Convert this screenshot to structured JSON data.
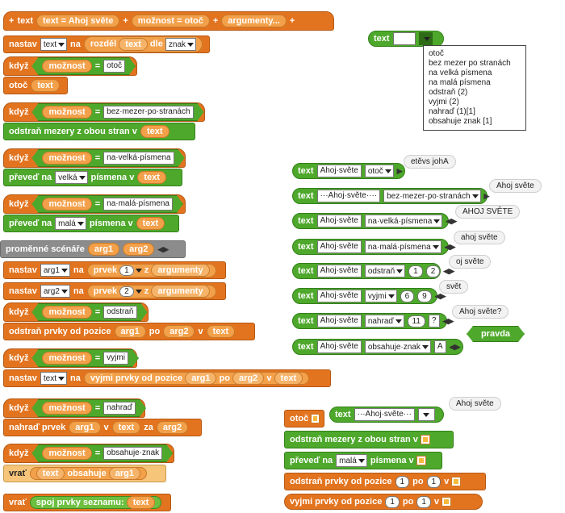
{
  "script": {
    "join": {
      "label": "text",
      "sep1": "+",
      "v1": "text",
      "eq1": "=",
      "v1val": "Ahoj světe",
      "sep2": "+",
      "v2": "možnost",
      "eq2": "=",
      "v2val": "otoč",
      "sep3": "+",
      "v3": "argumenty...",
      "sep4": "+"
    },
    "set1": {
      "nastav": "nastav",
      "var": "text",
      "na": "na",
      "rozdel": "rozděl",
      "arg": "text",
      "dle": "dle",
      "opt": "znak"
    },
    "if_otoc": {
      "kdyz": "když",
      "var": "možnost",
      "eq": "=",
      "val": "otoč"
    },
    "otoc_cmd": {
      "label": "otoč",
      "arg": "text"
    },
    "if_bez": {
      "kdyz": "když",
      "var": "možnost",
      "eq": "=",
      "val": "bez·mezer·po·stranách"
    },
    "odstran_mezery": {
      "label": "odstraň mezery z obou stran v",
      "arg": "text"
    },
    "if_velka": {
      "kdyz": "když",
      "var": "možnost",
      "eq": "=",
      "val": "na·velká·písmena"
    },
    "preved_velka": {
      "label": "převeď na",
      "opt": "velká",
      "label2": "písmena v",
      "arg": "text"
    },
    "if_mala": {
      "kdyz": "když",
      "var": "možnost",
      "eq": "=",
      "val": "na·malá·písmena"
    },
    "preved_mala": {
      "label": "převeď na",
      "opt": "malá",
      "label2": "písmena v",
      "arg": "text"
    },
    "script_vars": {
      "label": "proměnné scénáře",
      "a1": "arg1",
      "a2": "arg2"
    },
    "set_arg1": {
      "nastav": "nastav",
      "var": "arg1",
      "na": "na",
      "prvek": "prvek",
      "idx": "1",
      "z": "z",
      "arg": "argumenty"
    },
    "set_arg2": {
      "nastav": "nastav",
      "var": "arg2",
      "na": "na",
      "prvek": "prvek",
      "idx": "2",
      "z": "z",
      "arg": "argumenty"
    },
    "if_odstran": {
      "kdyz": "když",
      "var": "možnost",
      "eq": "=",
      "val": "odstraň"
    },
    "odstran_prvky": {
      "label": "odstraň prvky od pozice",
      "a1": "arg1",
      "po": "po",
      "a2": "arg2",
      "v": "v",
      "arg": "text"
    },
    "if_vyjmi": {
      "kdyz": "když",
      "var": "možnost",
      "eq": "=",
      "val": "vyjmi"
    },
    "set_vyjmi": {
      "nastav": "nastav",
      "var": "text",
      "na": "na",
      "label": "vyjmi prvky od pozice",
      "a1": "arg1",
      "po": "po",
      "a2": "arg2",
      "v": "v",
      "arg": "text"
    },
    "if_nahrad": {
      "kdyz": "když",
      "var": "možnost",
      "eq": "=",
      "val": "nahraď"
    },
    "nahrad_cmd": {
      "label": "nahraď prvek",
      "a1": "arg1",
      "v": "v",
      "arg": "text",
      "za": "za",
      "a2": "arg2"
    },
    "if_obsahuje": {
      "kdyz": "když",
      "var": "možnost",
      "eq": "=",
      "val": "obsahuje·znak"
    },
    "vrat_obsahuje": {
      "vrat": "vrať",
      "arg": "text",
      "label": "obsahuje",
      "a1": "arg1"
    },
    "vrat_spoj": {
      "vrat": "vrať",
      "label": "spoj prvky seznamu:",
      "arg": "text"
    }
  },
  "palette": {
    "text_block": {
      "label": "text"
    },
    "menu": [
      "otoč",
      "bez mezer po stranách",
      "na velká písmena",
      "na malá písmena",
      "odstraň (2)",
      "vyjmi (2)",
      "nahraď (1)[1]",
      "obsahuje znak [1]"
    ]
  },
  "examples": [
    {
      "label": "text",
      "input": "Ahoj·světe",
      "opt": "otoč",
      "extra": [],
      "result": "etěvs johA"
    },
    {
      "label": "text",
      "input": "···Ahoj·světe····",
      "opt": "bez·mezer·po·stranách",
      "extra": [],
      "result": "Ahoj světe"
    },
    {
      "label": "text",
      "input": "Ahoj·světe",
      "opt": "na·velká·písmena",
      "extra": [],
      "result": "AHOJ SVĚTE"
    },
    {
      "label": "text",
      "input": "Ahoj·světe",
      "opt": "na·malá·písmena",
      "extra": [],
      "result": "ahoj světe"
    },
    {
      "label": "text",
      "input": "Ahoj·světe",
      "opt": "odstraň",
      "extra": [
        "1",
        "2"
      ],
      "result": "oj světe"
    },
    {
      "label": "text",
      "input": "Ahoj·světe",
      "opt": "vyjmi",
      "extra": [
        "6",
        "9"
      ],
      "result": "svět"
    },
    {
      "label": "text",
      "input": "Ahoj·světe",
      "opt": "nahraď",
      "extra": [
        "11",
        "?"
      ],
      "result": "Ahoj světe?"
    },
    {
      "label": "text",
      "input": "Ahoj·světe",
      "opt": "obsahuje·znak",
      "extra": [
        "A"
      ],
      "result": "pravda"
    }
  ],
  "bottom": {
    "otoc": {
      "label": "otoč",
      "inner_label": "text",
      "inner_value": "···Ahoj·světe···",
      "result": "Ahoj světe"
    },
    "odstran_mezery": {
      "label": "odstraň mezery z obou stran v"
    },
    "preved": {
      "label": "převeď na",
      "opt": "malá",
      "label2": "písmena v"
    },
    "odstran_prvky": {
      "label": "odstraň prvky od pozice",
      "n1": "1",
      "po": "po",
      "n2": "1",
      "v": "v"
    },
    "vyjmi_prvky": {
      "label": "vyjmi prvky od pozice",
      "n1": "1",
      "po": "po",
      "n2": "1",
      "v": "v"
    }
  },
  "colors": {
    "orange": "#e3741f",
    "green": "#4ea82b",
    "gray": "#8c8c8c"
  }
}
